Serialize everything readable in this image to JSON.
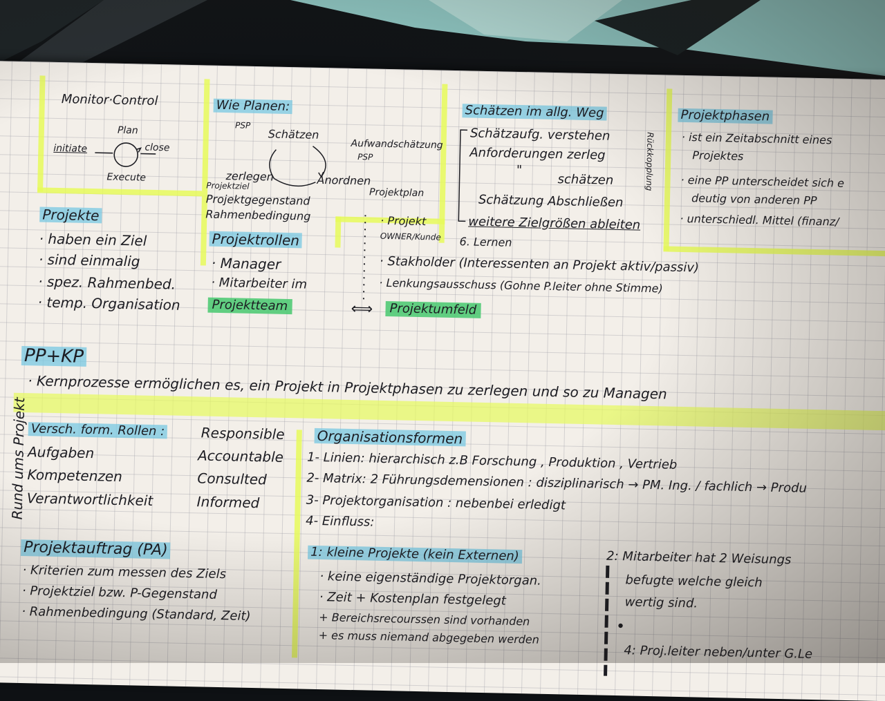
{
  "palette": {
    "paper": "#f3efe9",
    "highlight_blue": "#78c8e1",
    "highlight_green": "#46c86e",
    "highlight_yellow": "#e6fa5a",
    "ink": "#1c1c22"
  },
  "side_title": "Rund ums Projekt",
  "monitor": {
    "title": "Monitor·Control",
    "initiate": "initiate",
    "plan": "Plan",
    "close": "close",
    "execute": "Execute"
  },
  "wieplanen": {
    "title": "Wie Planen:",
    "psp": "PSP",
    "schaetzen": "Schätzen",
    "aufwand": "Aufwandschätzung",
    "psp2": "PSP",
    "zerlegen": "zerlegen",
    "anordnen": "Anordnen",
    "projektziel": "Projektziel",
    "projektplan": "Projektplan",
    "gegenstand": "Projektgegenstand",
    "rahmen": "Rahmenbedingung"
  },
  "schaetzen": {
    "title": "Schätzen im allg. Weg",
    "steps": [
      "Schätzaufg. verstehen",
      "Anforderungen zerleg",
      "\"",
      "schätzen",
      "Schätzung Abschließen",
      "weitere Zielgrößen ableiten",
      "6. Lernen"
    ],
    "side": "Rückkopplung"
  },
  "phasen": {
    "title": "Projektphasen",
    "lines": [
      "· ist ein Zeitabschnitt eines",
      "Projektes",
      "· eine PP unterscheidet sich e",
      "deutig von anderen PP",
      "· unterschiedl. Mittel (finanz/"
    ]
  },
  "projekte": {
    "title": "Projekte",
    "items": [
      "· haben ein Ziel",
      "· sind einmalig",
      "· spez. Rahmenbed.",
      "· temp. Organisation"
    ]
  },
  "rollen": {
    "title": "Projektrollen",
    "manager": "· Manager",
    "mitarbeiter": "· Mitarbeiter im",
    "team": "Projektteam",
    "arrow": "⟺",
    "umfeld": "Projektumfeld",
    "owner1": "· Projekt",
    "owner2": "OWNER/Kunde",
    "stakeholder": "· Stakholder (Interessenten an Projekt aktiv/passiv)",
    "lenkung": "· Lenkungsausschuss (Gohne P.leiter ohne Stimme)"
  },
  "pp": {
    "title": "PP+KP",
    "text": "· Kernprozesse ermöglichen es, ein Projekt in Projektphasen zu zerlegen und so zu Managen"
  },
  "raci": {
    "title": "Versch. form. Rollen :",
    "left": [
      "Aufgaben",
      "Kompetenzen",
      "Verantwortlichkeit"
    ],
    "right": [
      "Responsible",
      "Accountable",
      "Consulted",
      "Informed"
    ]
  },
  "orga": {
    "title": "Organisationsformen",
    "items": [
      "1- Linien: hierarchisch z.B Forschung , Produktion , Vertrieb",
      "2- Matrix: 2 Führungsdemensionen : disziplinarisch → PM. Ing. / fachlich → Produ",
      "3- Projektorganisation : nebenbei erledigt",
      "4- Einfluss:"
    ]
  },
  "auftrag": {
    "title": "Projektauftrag (PA)",
    "items": [
      "· Kriterien zum messen des Ziels",
      "· Projektziel bzw. P-Gegenstand",
      "· Rahmenbedingung (Standard, Zeit)"
    ]
  },
  "kleine": {
    "title": "1: kleine Projekte (kein Externen)",
    "items": [
      "· keine eigenständige Projektorgan.",
      "· Zeit + Kostenplan festgelegt",
      "+ Bereichsrecourssen sind vorhanden",
      "+ es muss niemand abgegeben werden"
    ]
  },
  "matrix_note": {
    "lines": [
      "2: Mitarbeiter hat 2 Weisungs",
      "befugte welche gleich",
      "wertig sind."
    ],
    "bullet": "•",
    "p4": "4: Proj.leiter neben/unter G.Le"
  }
}
